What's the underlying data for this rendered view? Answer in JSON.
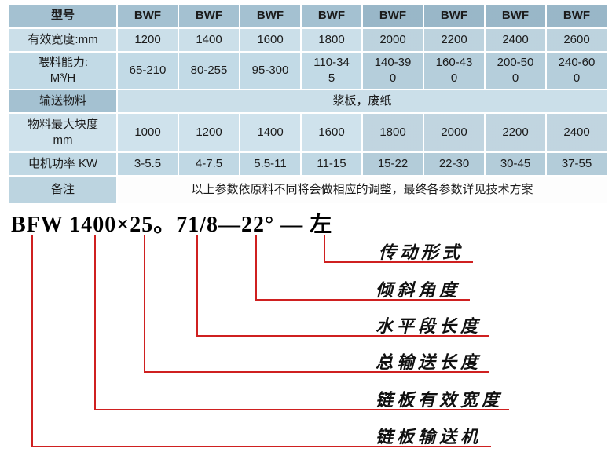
{
  "table": {
    "rows": [
      {
        "label": "型号",
        "cells": [
          "BWF",
          "BWF",
          "BWF",
          "BWF",
          "BWF",
          "BWF",
          "BWF",
          "BWF"
        ]
      },
      {
        "label": "有效宽度:mm",
        "cells": [
          "1200",
          "1400",
          "1600",
          "1800",
          "2000",
          "2200",
          "2400",
          "2600"
        ]
      },
      {
        "label": "喂料能力:",
        "label2": "M³/H",
        "cells": [
          "65-210",
          "80-255",
          "95-300",
          "110-345",
          "140-390",
          "160-430",
          "200-500",
          "240-600"
        ]
      },
      {
        "label": "输送物料",
        "span": "浆板，废纸"
      },
      {
        "label": "物料最大块度",
        "label2": "mm",
        "cells": [
          "1000",
          "1200",
          "1400",
          "1600",
          "1800",
          "2000",
          "2200",
          "2400"
        ]
      },
      {
        "label": "电机功率 KW",
        "cells": [
          "3-5.5",
          "4-7.5",
          "5.5-11",
          "11-15",
          "15-22",
          "22-30",
          "30-45",
          "37-55"
        ]
      },
      {
        "label": "备注",
        "span": "以上参数依原料不同将会做相应的调整，最终各参数详见技术方案"
      }
    ]
  },
  "diagram": {
    "model_code": "BFW 1400×25。71/8—22° — 左",
    "callouts": [
      "传动形式",
      "倾斜角度",
      "水平段长度",
      "总输送长度",
      "链板有效宽度",
      "链板输送机"
    ],
    "line_color": "#cf2020"
  },
  "colors": {
    "header_blue": "#a4c1d1",
    "row_light": "#cbdfe9",
    "row_mid": "#c0d8e4",
    "accent_red": "#cf2020"
  }
}
